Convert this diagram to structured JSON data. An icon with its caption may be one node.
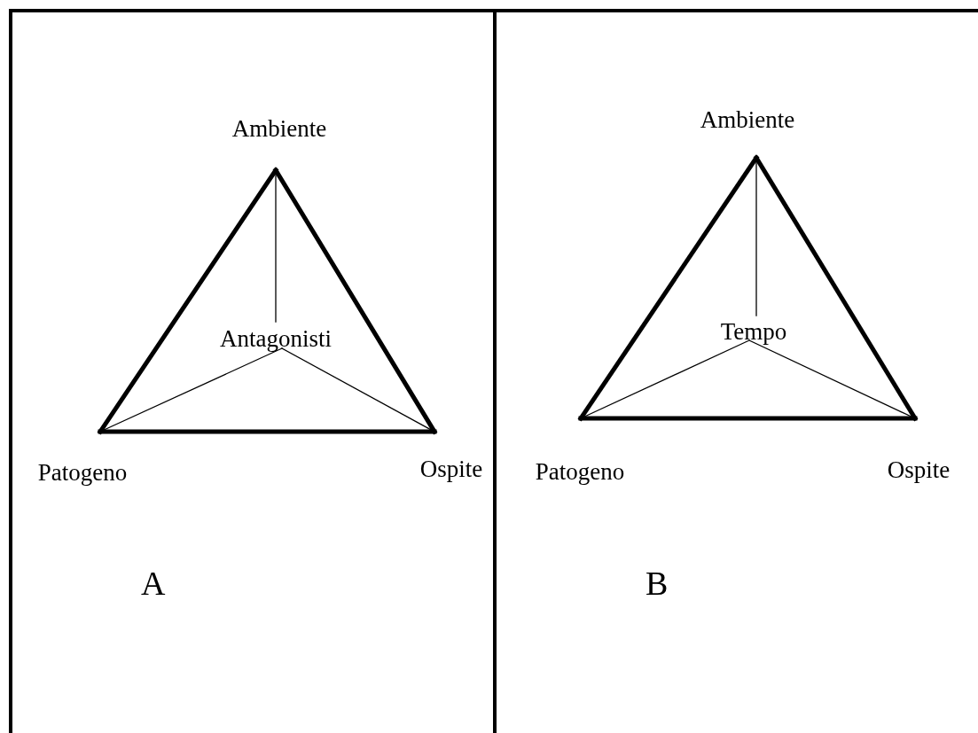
{
  "diagram": {
    "nodes": [
      {
        "text": [
          "A"
        ]
      },
      {
        "text": [
          "Ambiente"
        ],
        "in": 0
      },
      {
        "text": [
          "Antagonisti"
        ],
        "in": 0
      },
      {
        "text": [
          "Patogeno"
        ],
        "in": 0
      },
      {
        "text": [
          "Ospite"
        ],
        "in": 0
      },
      {
        "text": [
          "B"
        ]
      },
      {
        "text": [
          "Ambiente"
        ],
        "in": 5
      },
      {
        "text": [
          "Tempo"
        ],
        "in": 5
      },
      {
        "text": [
          "Patogeno"
        ],
        "in": 5
      },
      {
        "text": [
          "Ospite"
        ],
        "in": 5
      }
    ],
    "edges": [
      {
        "from": 1,
        "to": 3,
        "arrow": "none",
        "style": "thick"
      },
      {
        "from": 1,
        "to": 4,
        "arrow": "none",
        "style": "thick"
      },
      {
        "from": 3,
        "to": 4,
        "arrow": "none",
        "style": "thick"
      },
      {
        "from": 1,
        "to": 2,
        "arrow": "none"
      },
      {
        "from": 2,
        "to": 3,
        "arrow": "none"
      },
      {
        "from": 2,
        "to": 4,
        "arrow": "none"
      },
      {
        "from": 6,
        "to": 8,
        "arrow": "none",
        "style": "thick"
      },
      {
        "from": 6,
        "to": 9,
        "arrow": "none",
        "style": "thick"
      },
      {
        "from": 8,
        "to": 9,
        "arrow": "none",
        "style": "thick"
      },
      {
        "from": 6,
        "to": 7,
        "arrow": "none"
      },
      {
        "from": 7,
        "to": 8,
        "arrow": "none"
      },
      {
        "from": 7,
        "to": 9,
        "arrow": "none"
      }
    ]
  }
}
